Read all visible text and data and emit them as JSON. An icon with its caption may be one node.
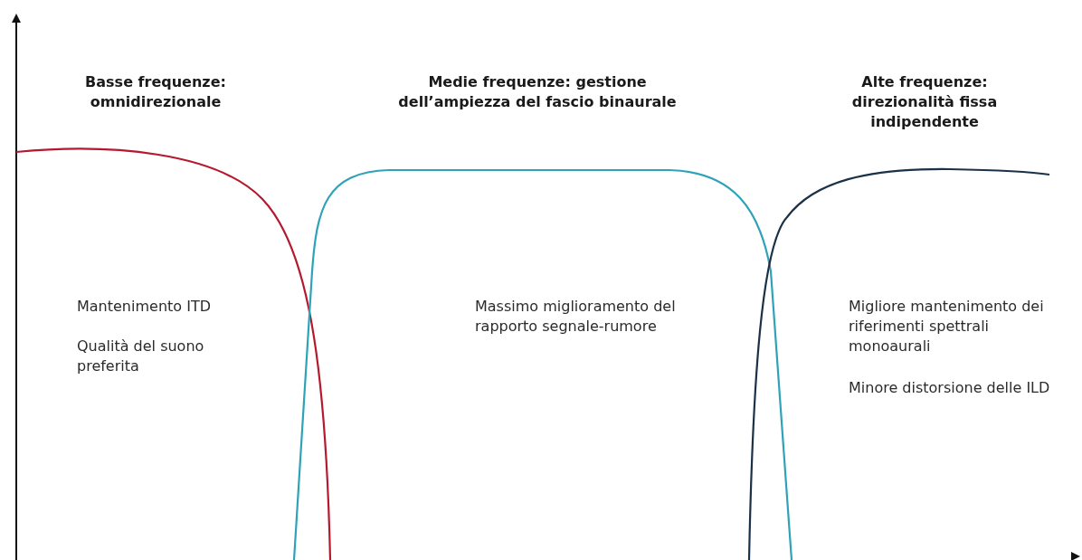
{
  "diagram": {
    "labels": [
      "Basse frequenze: omnidirezionale",
      "Medie frequenze: gestione dell’ampiezza del fascio binaurale",
      "Alte frequenze: direzionalità fissa indipendente",
      "Mantenimento ITD",
      "Qualità del suono preferita",
      "Massimo miglioramento del rapporto segnale-rumore",
      "Migliore mantenimento dei riferimenti spettrali monoaurali",
      "Minore distorsione delle ILD"
    ]
  }
}
